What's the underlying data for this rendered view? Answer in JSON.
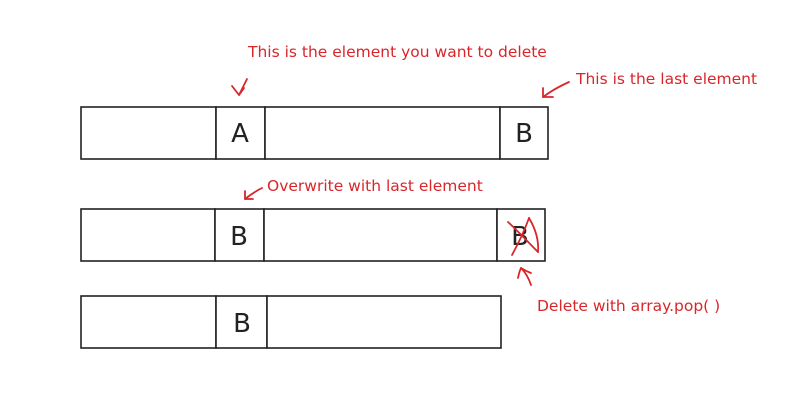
{
  "colors": {
    "annotation": "#d9262b",
    "stroke": "#222222",
    "background": "#ffffff"
  },
  "rows": [
    {
      "cells": [
        "",
        "A",
        "",
        "B"
      ]
    },
    {
      "cells": [
        "",
        "B",
        "",
        "B"
      ]
    },
    {
      "cells": [
        "",
        "B",
        ""
      ]
    }
  ],
  "annotations": {
    "delete_target": "This is the element you want to delete",
    "last_element": "This is the last element",
    "overwrite": "Overwrite with last element",
    "pop": "Delete with array.pop( )"
  }
}
